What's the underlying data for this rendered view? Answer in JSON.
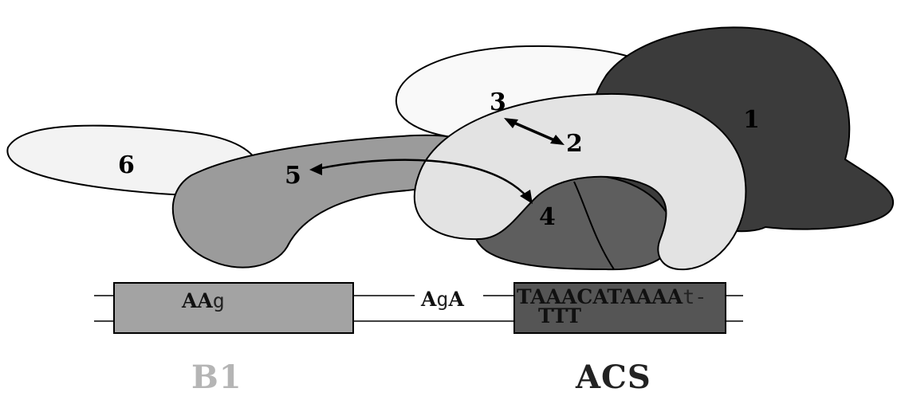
{
  "subunits": [
    {
      "label": "1",
      "fill": "#3b3b3b"
    },
    {
      "label": "2",
      "fill": "#e3e3e3"
    },
    {
      "label": "3",
      "fill": "#f9f9f9"
    },
    {
      "label": "4",
      "fill": "#5e5e5e"
    },
    {
      "label": "5",
      "fill": "#9b9b9b"
    },
    {
      "label": "6",
      "fill": "#f3f3f3"
    }
  ],
  "dna": {
    "b1_box": {
      "text_strong": "AA",
      "text_weak": "g",
      "fill": "#a3a3a3"
    },
    "spacer": {
      "text_strong_1": "A",
      "text_weak": "g",
      "text_strong_2": "A"
    },
    "acs_box": {
      "top_text": "TAAACATAAAA",
      "tail_text": "t-",
      "bottom_text": "TTT",
      "fill": "#555555"
    }
  },
  "labels": {
    "b1": {
      "text": "B1",
      "color": "#b5b5b5"
    },
    "acs": {
      "text": "ACS",
      "color": "#222222"
    }
  }
}
